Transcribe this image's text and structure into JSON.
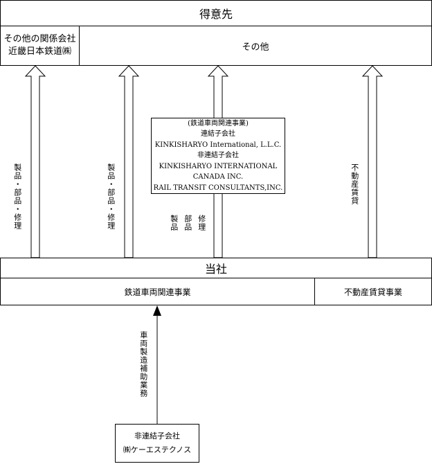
{
  "customer": {
    "title": "得意先"
  },
  "top_row": {
    "group_companies_line1": "その他の関係会社",
    "group_companies_line2": "近畿日本鉄道㈱",
    "others": "その他"
  },
  "subsidiaries_box": {
    "lines": [
      "(鉄道車両関連事業)",
      "連結子会社",
      "KINKISHARYO International, L.L.C.",
      "非連結子会社",
      "KINKISHARYO INTERNATIONAL",
      "CANADA INC.",
      "RAIL TRANSIT CONSULTANTS,INC."
    ]
  },
  "flow_labels": {
    "arrow1": "製品・部品・修理",
    "arrow2": "製品・部品・修理",
    "arrow3_col1": "製品",
    "arrow3_col2": "部品",
    "arrow3_col3": "修理",
    "arrow4": "不動産賃貸",
    "bottom_arrow": "車両製造補助業務"
  },
  "company": {
    "title": "当社",
    "segment_railway": "鉄道車両関連事業",
    "segment_realestate": "不動産賃貸事業"
  },
  "keiesu": {
    "line1": "非連結子会社",
    "line2": "㈱ケーエステクノス"
  }
}
